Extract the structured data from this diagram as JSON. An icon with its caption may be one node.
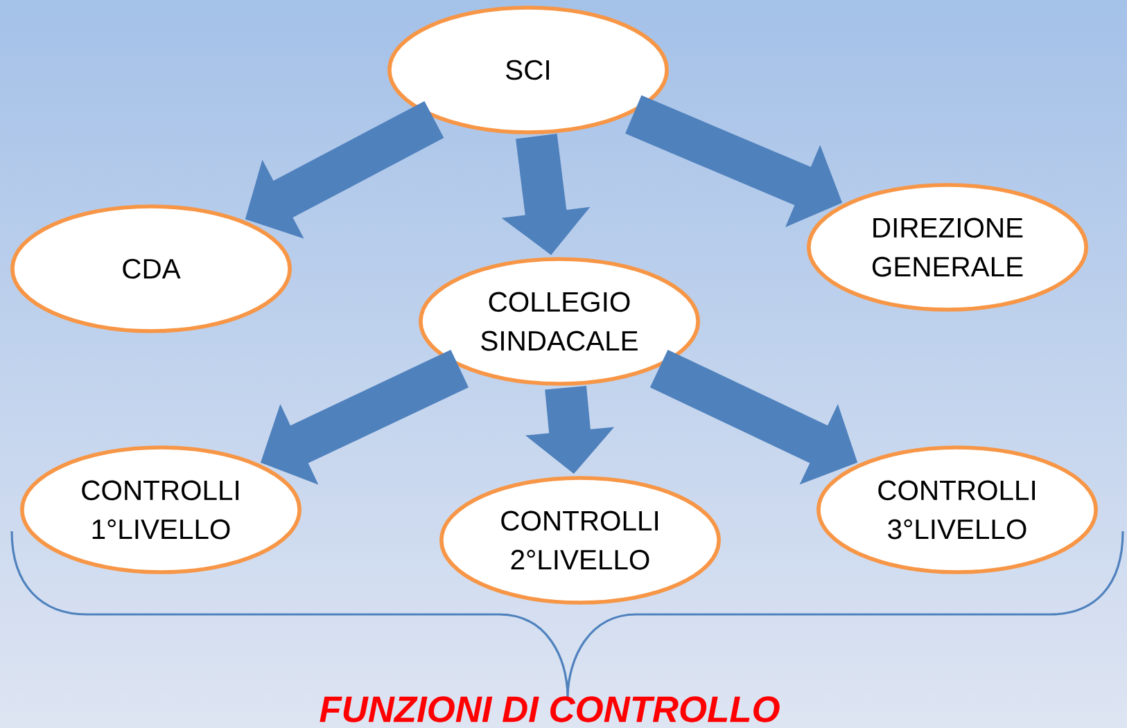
{
  "diagram": {
    "nodes": [
      {
        "text": [
          "SCI"
        ]
      },
      {
        "text": [
          "CDA"
        ]
      },
      {
        "text": [
          "COLLEGIO SINDACALE"
        ]
      },
      {
        "text": [
          "DIREZIONE GENERALE"
        ]
      },
      {
        "text": [
          "CONTROLLI 1°LIVELLO"
        ]
      },
      {
        "text": [
          "CONTROLLI 2°LIVELLO"
        ]
      },
      {
        "text": [
          "CONTROLLI 3°LIVELLO"
        ]
      }
    ],
    "edges": [
      {
        "from": 0,
        "to": 1,
        "arrow": "to"
      },
      {
        "from": 0,
        "to": 2,
        "arrow": "to"
      },
      {
        "from": 0,
        "to": 3,
        "arrow": "to"
      },
      {
        "from": 2,
        "to": 4,
        "arrow": "to"
      },
      {
        "from": 2,
        "to": 5,
        "arrow": "to"
      },
      {
        "from": 2,
        "to": 6,
        "arrow": "to"
      }
    ],
    "labels": [
      "FUNZIONI DI CONTROLLO"
    ]
  }
}
